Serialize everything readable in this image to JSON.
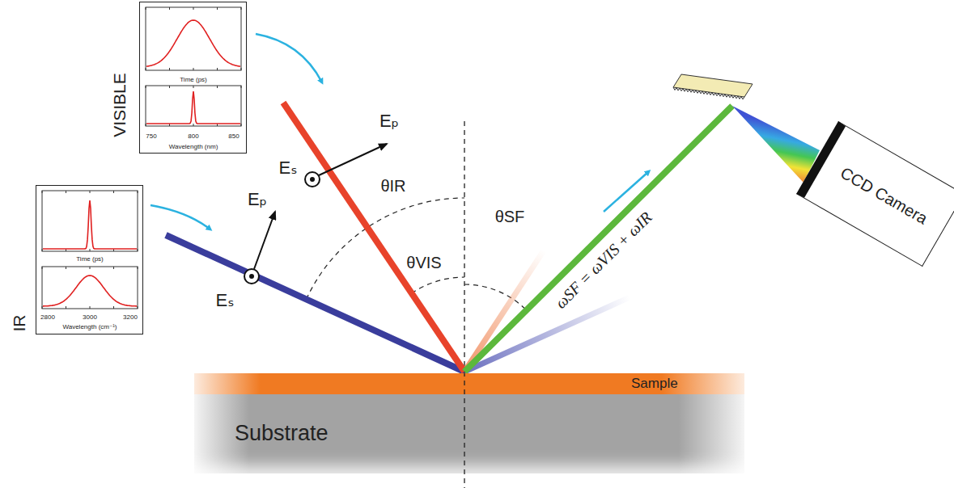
{
  "diagram": {
    "nodes": [
      {
        "text": [
          "Time (ps)",
          "750",
          "800",
          "850",
          "Wavelength (nm)"
        ]
      },
      {
        "text": [
          "Time (ps)",
          "2800",
          "3000",
          "3200",
          "Wavelength (cm⁻¹)"
        ]
      },
      {
        "text": [
          "CCD Camera"
        ]
      },
      {
        "text": [
          "Sample"
        ]
      },
      {
        "text": [
          "Substrate"
        ]
      }
    ],
    "labels": [
      "VISIBLE",
      "IR",
      "Eₚ",
      "Eₛ",
      "Eₚ",
      "Eₛ",
      "θIR",
      "θVIS",
      "θSF",
      "ωSF = ωVIS + ωIR"
    ]
  }
}
